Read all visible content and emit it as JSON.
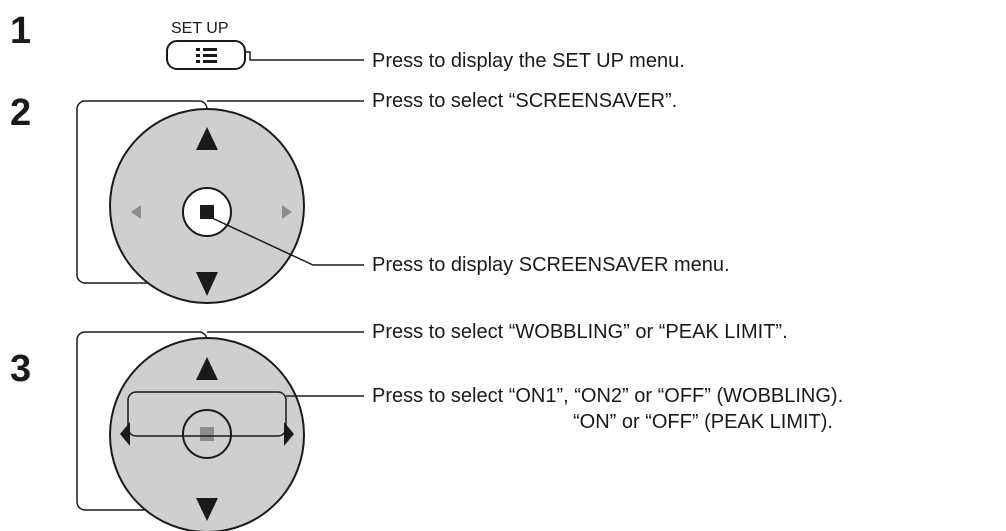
{
  "steps": [
    {
      "number": "1",
      "button_label": "SET UP",
      "instructions": [
        "Press to display the SET UP menu."
      ]
    },
    {
      "number": "2",
      "instructions": [
        "Press to select “SCREENSAVER”.",
        "Press to display SCREENSAVER menu."
      ]
    },
    {
      "number": "3",
      "instructions": [
        "Press to select “WOBBLING” or “PEAK LIMIT”.",
        "Press to select “ON1”, “ON2” or “OFF” (WOBBLING).",
        "“ON” or “OFF” (PEAK LIMIT)."
      ]
    }
  ],
  "colors": {
    "dial_fill": "#cfcfcf",
    "line": "#1a1a1a",
    "inactive_arrow": "#8c8c8c",
    "center_button": "#ffffff"
  },
  "icons": [
    "menu-icon",
    "up-arrow-icon",
    "down-arrow-icon",
    "left-arrow-icon",
    "right-arrow-icon",
    "enter-icon"
  ]
}
